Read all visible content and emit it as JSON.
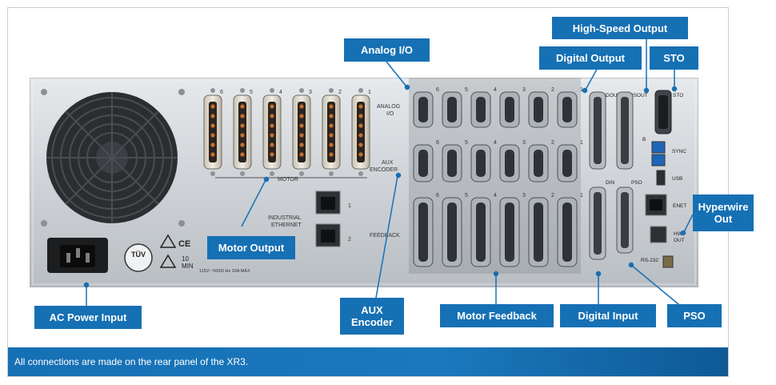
{
  "callouts": {
    "analog_io": "Analog I/O",
    "high_speed_output": "High-Speed Output",
    "digital_output": "Digital Output",
    "sto": "STO",
    "hyperwire_out": "Hyperwire Out",
    "motor_output": "Motor Output",
    "ac_power_input": "AC Power Input",
    "aux_encoder": "AUX Encoder",
    "motor_feedback": "Motor Feedback",
    "digital_input": "Digital Input",
    "pso": "PSO"
  },
  "panel_labels": {
    "motor": "MOTOR",
    "industrial_ethernet_1": "INDUSTRIAL",
    "industrial_ethernet_2": "ETHERNET",
    "analog_io_1": "ANALOG",
    "analog_io_2": "I/O",
    "aux_encoder_1": "AUX",
    "aux_encoder_2": "ENCODER",
    "feedback": "FEEDBACK",
    "dout": "DOUT",
    "hsout": "HSOUT",
    "din": "DIN",
    "pso": "PSO",
    "sync": "SYNC",
    "usb": "USB",
    "enet": "ENET",
    "hw_out_1": "HW",
    "hw_out_2": "OUT",
    "rs232": "RS-232",
    "sto": "STO",
    "eth_port_1": "1",
    "eth_port_2": "2",
    "sync_b": "B",
    "power_rating": "115V~ 50/60 Hz 10A MAX",
    "tuv": "TÜV",
    "ce": "CE",
    "ten_min_1": "10",
    "ten_min_2": "MIN",
    "channel_numbers": [
      "6",
      "5",
      "4",
      "3",
      "2",
      "1"
    ]
  },
  "caption": "All connections are made on the rear panel of the XR3."
}
